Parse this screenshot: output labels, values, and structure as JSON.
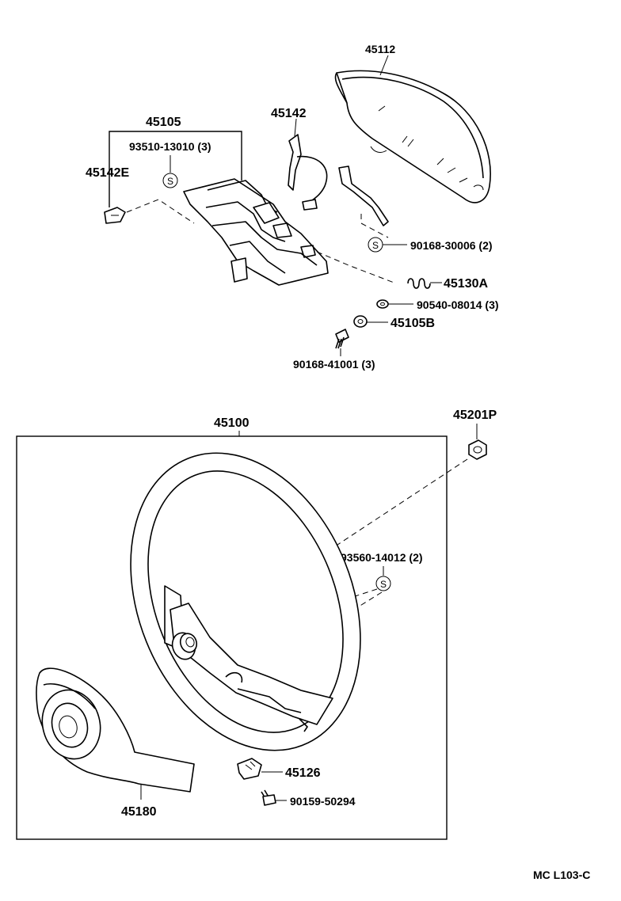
{
  "labels": {
    "p45112": "45112",
    "p45142": "45142",
    "p45105": "45105",
    "p93510": "93510-13010 (3)",
    "p45142E": "45142E",
    "p90168_30006": "90168-30006 (2)",
    "p45130A": "45130A",
    "p90540": "90540-08014 (3)",
    "p45105B": "45105B",
    "p90168_41001": "90168-41001 (3)",
    "p45100": "45100",
    "p45201P": "45201P",
    "p93560": "93560-14012 (2)",
    "p45126": "45126",
    "p90159": "90159-50294",
    "p45180": "45180"
  },
  "s_mark": "S",
  "footer": {
    "code": "MC L103-C"
  }
}
